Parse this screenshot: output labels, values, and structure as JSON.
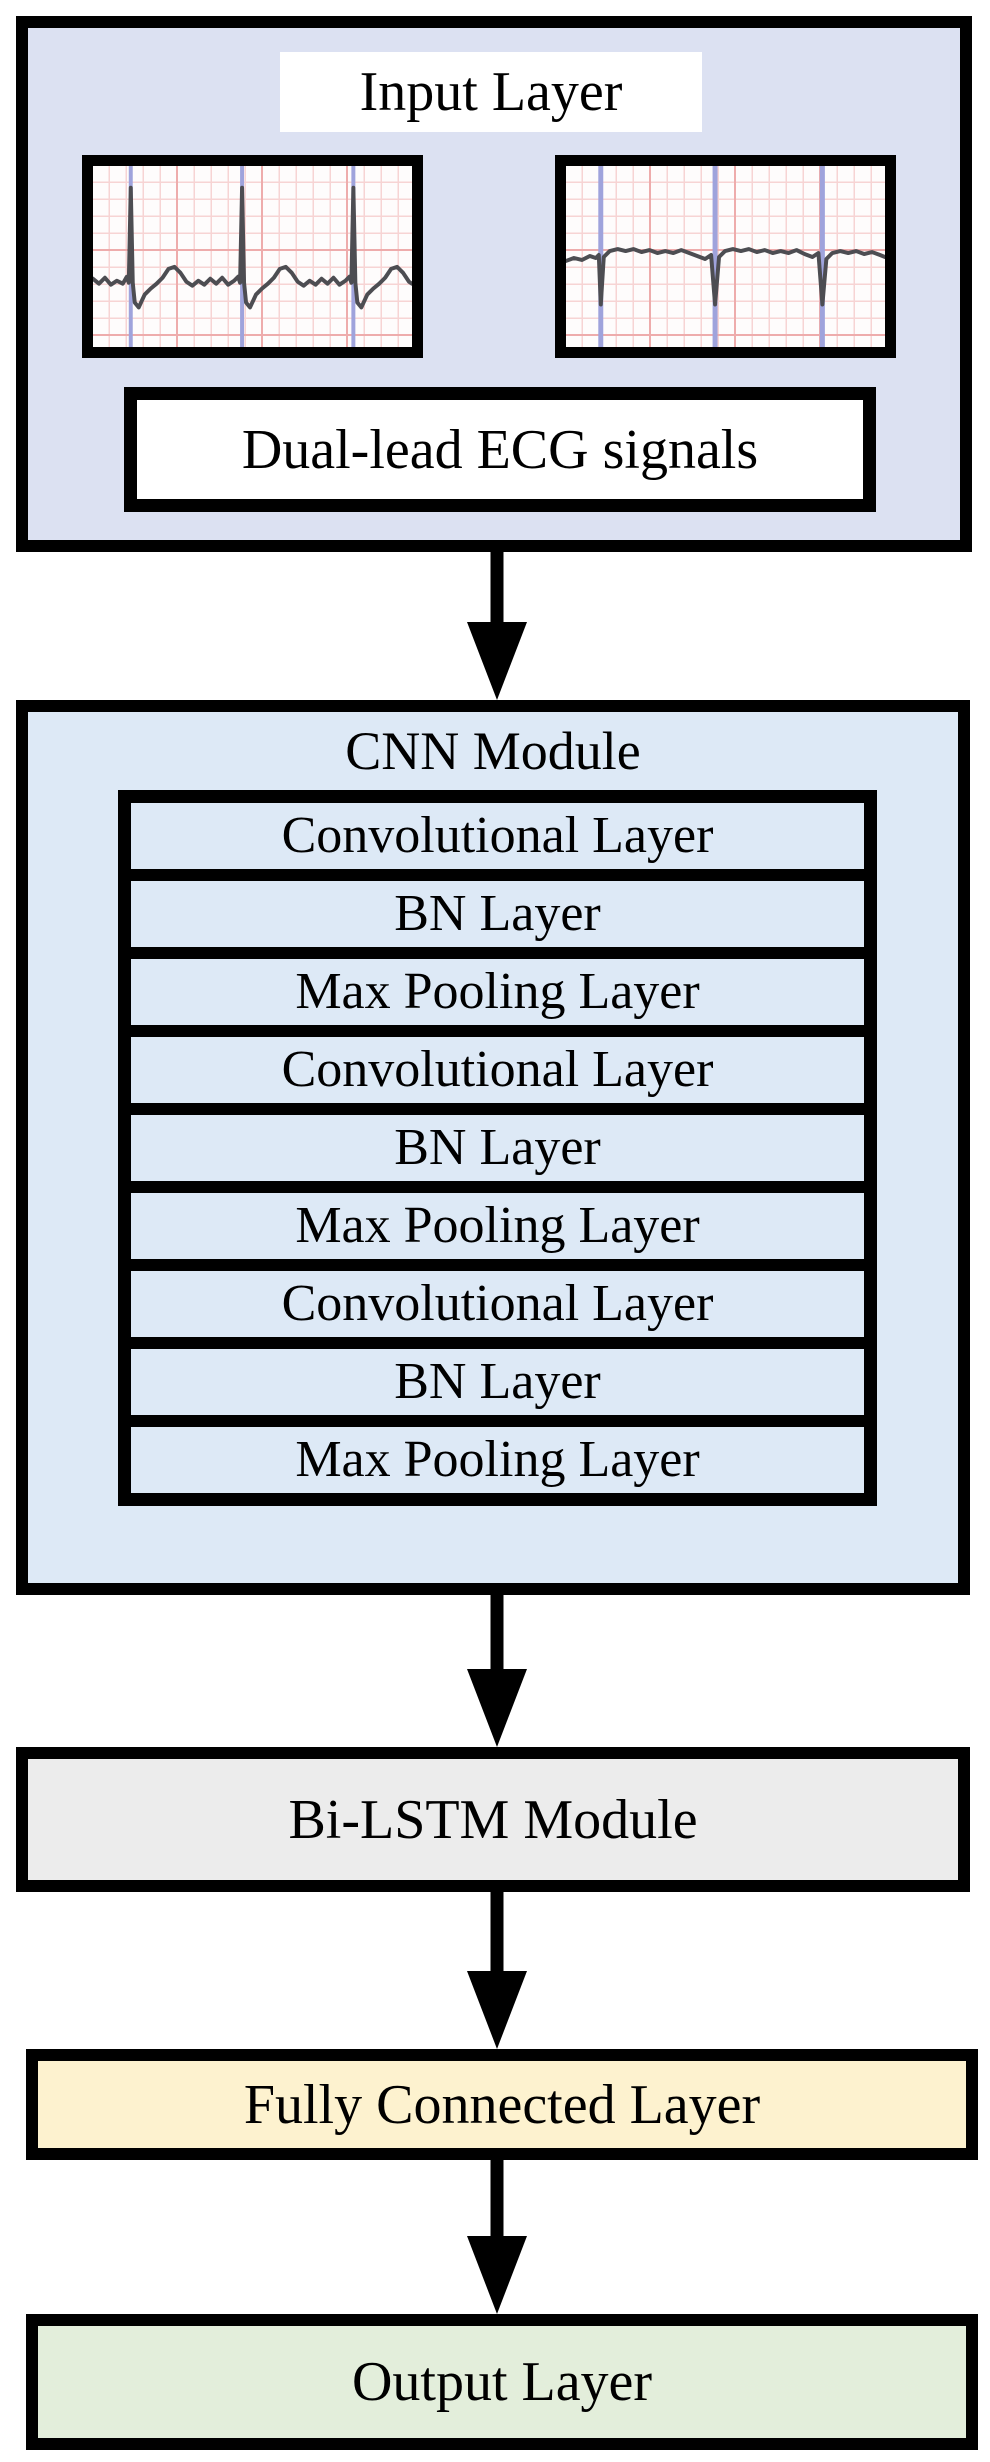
{
  "figure": {
    "input": {
      "title": "Input Layer",
      "caption": "Dual-lead ECG signals"
    },
    "cnn": {
      "title": "CNN Module",
      "layers": [
        "Convolutional Layer",
        "BN Layer",
        "Max Pooling Layer",
        "Convolutional Layer",
        "BN Layer",
        "Max Pooling Layer",
        "Convolutional Layer",
        "BN Layer",
        "Max Pooling Layer"
      ]
    },
    "bilstm": {
      "label": "Bi-LSTM Module"
    },
    "fully_connected": {
      "label": "Fully Connected Layer"
    },
    "output": {
      "label": "Output Layer"
    },
    "colors": {
      "input_bg": "#dce1f2",
      "cnn_bg": "#dde9f6",
      "bilstm_bg": "#ececec",
      "fully_connected_bg": "#fdf2cf",
      "output_bg": "#e3eedb",
      "border": "#000000",
      "ecg_grid_minor": "#f7d4d4",
      "ecg_grid_major": "#eeacac",
      "ecg_beat_marker": "#9fa3dc",
      "ecg_trace": "#4d4d52"
    }
  }
}
